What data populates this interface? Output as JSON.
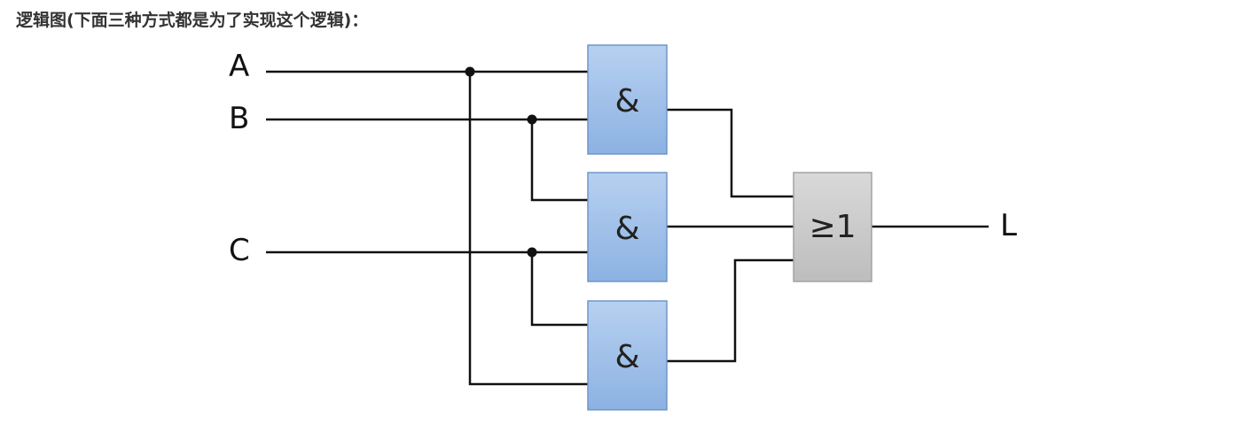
{
  "heading": "逻辑图(下面三种方式都是为了实现这个逻辑)：",
  "diagram": {
    "inputs": [
      {
        "label": "A"
      },
      {
        "label": "B"
      },
      {
        "label": "C"
      }
    ],
    "output": {
      "label": "L"
    },
    "gates": [
      {
        "id": "and1",
        "type": "AND",
        "symbol": "&",
        "inputs": [
          "A",
          "B"
        ]
      },
      {
        "id": "and2",
        "type": "AND",
        "symbol": "&",
        "inputs": [
          "B",
          "C"
        ]
      },
      {
        "id": "and3",
        "type": "AND",
        "symbol": "&",
        "inputs": [
          "C",
          "A"
        ]
      },
      {
        "id": "or1",
        "type": "OR",
        "symbol": "≥1",
        "inputs": [
          "and1",
          "and2",
          "and3"
        ]
      }
    ],
    "colors": {
      "and_gate_fill_top": "#b7d0f0",
      "and_gate_fill_bottom": "#8cb2e2",
      "or_gate_fill_top": "#d9d9d9",
      "or_gate_fill_bottom": "#bdbdbd",
      "wire": "#111111"
    }
  }
}
